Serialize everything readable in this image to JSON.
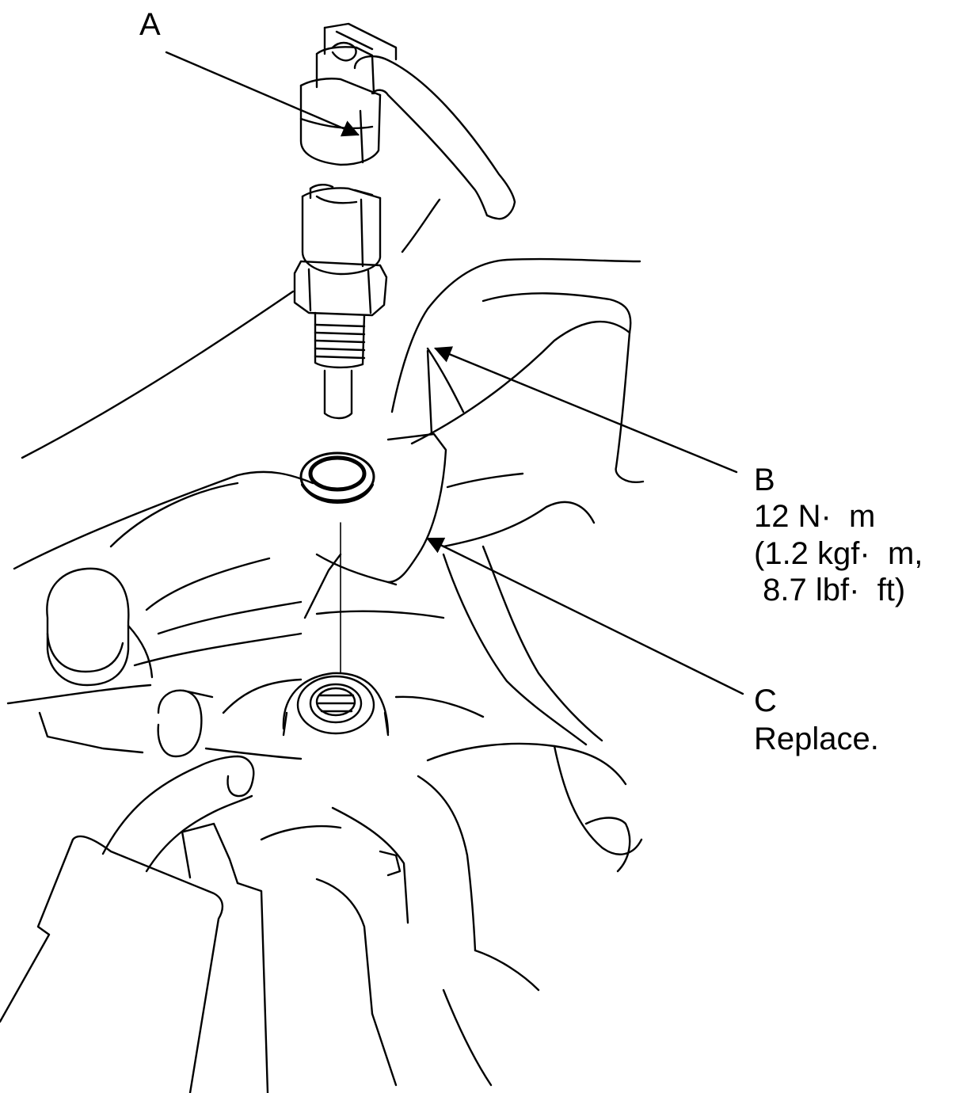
{
  "labels": {
    "a": "A",
    "b": "B",
    "c": "C"
  },
  "callouts": {
    "torque_line_1": "12 N·  m",
    "torque_line_2": "(1.2 kgf·  m,",
    "torque_line_3": " 8.7 lbf·  ft)",
    "replace": "Replace."
  },
  "colors": {
    "ink": "#000000",
    "paper": "#ffffff"
  }
}
